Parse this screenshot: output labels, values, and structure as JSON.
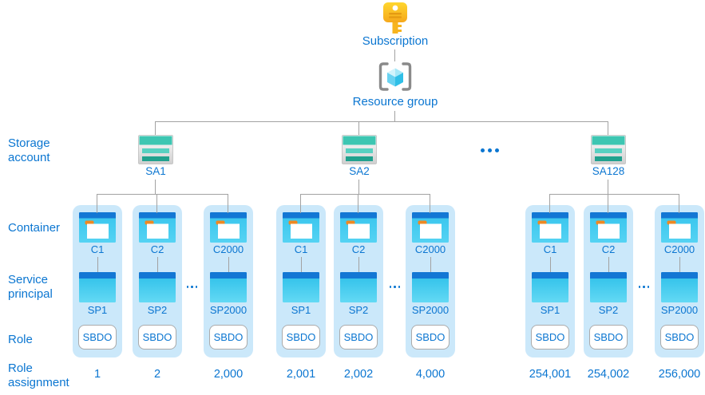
{
  "colors": {
    "accent_blue": "#0B76D1",
    "card_bg": "#CBE8FA",
    "connector_gray": "#A2A2A2",
    "storage_teal": "#3DC6B2",
    "container_bar_blue": "#1377D4",
    "container_body_cyan": "#45CDF1",
    "key_yellow": "#FDC91C",
    "tab_orange": "#EE8822"
  },
  "icons": {
    "subscription": "key-icon",
    "resource_group": "cube-in-brackets-icon",
    "storage_account": "storage-account-icon",
    "container": "blob-container-icon",
    "service_principal": "app-window-icon",
    "more": "ellipsis-dots-icon"
  },
  "hierarchy": {
    "subscription_label": "Subscription",
    "resource_group_label": "Resource group"
  },
  "row_labels": {
    "storage_account": "Storage account",
    "container": "Container",
    "service_principal": "Service principal",
    "role": "Role",
    "role_assignment": "Role assignment"
  },
  "groups": [
    {
      "storage_label": "SA1",
      "cards": [
        {
          "container_label": "C1",
          "sp_label": "SP1",
          "role_label": "SBDO",
          "assignment": "1"
        },
        {
          "container_label": "C2",
          "sp_label": "SP2",
          "role_label": "SBDO",
          "assignment": "2"
        },
        {
          "container_label": "C2000",
          "sp_label": "SP2000",
          "role_label": "SBDO",
          "assignment": "2,000"
        }
      ]
    },
    {
      "storage_label": "SA2",
      "cards": [
        {
          "container_label": "C1",
          "sp_label": "SP1",
          "role_label": "SBDO",
          "assignment": "2,001"
        },
        {
          "container_label": "C2",
          "sp_label": "SP2",
          "role_label": "SBDO",
          "assignment": "2,002"
        },
        {
          "container_label": "C2000",
          "sp_label": "SP2000",
          "role_label": "SBDO",
          "assignment": "4,000"
        }
      ]
    },
    {
      "storage_label": "SA128",
      "cards": [
        {
          "container_label": "C1",
          "sp_label": "SP1",
          "role_label": "SBDO",
          "assignment": "254,001"
        },
        {
          "container_label": "C2",
          "sp_label": "SP2",
          "role_label": "SBDO",
          "assignment": "254,002"
        },
        {
          "container_label": "C2000",
          "sp_label": "SP2000",
          "role_label": "SBDO",
          "assignment": "256,000"
        }
      ]
    }
  ]
}
